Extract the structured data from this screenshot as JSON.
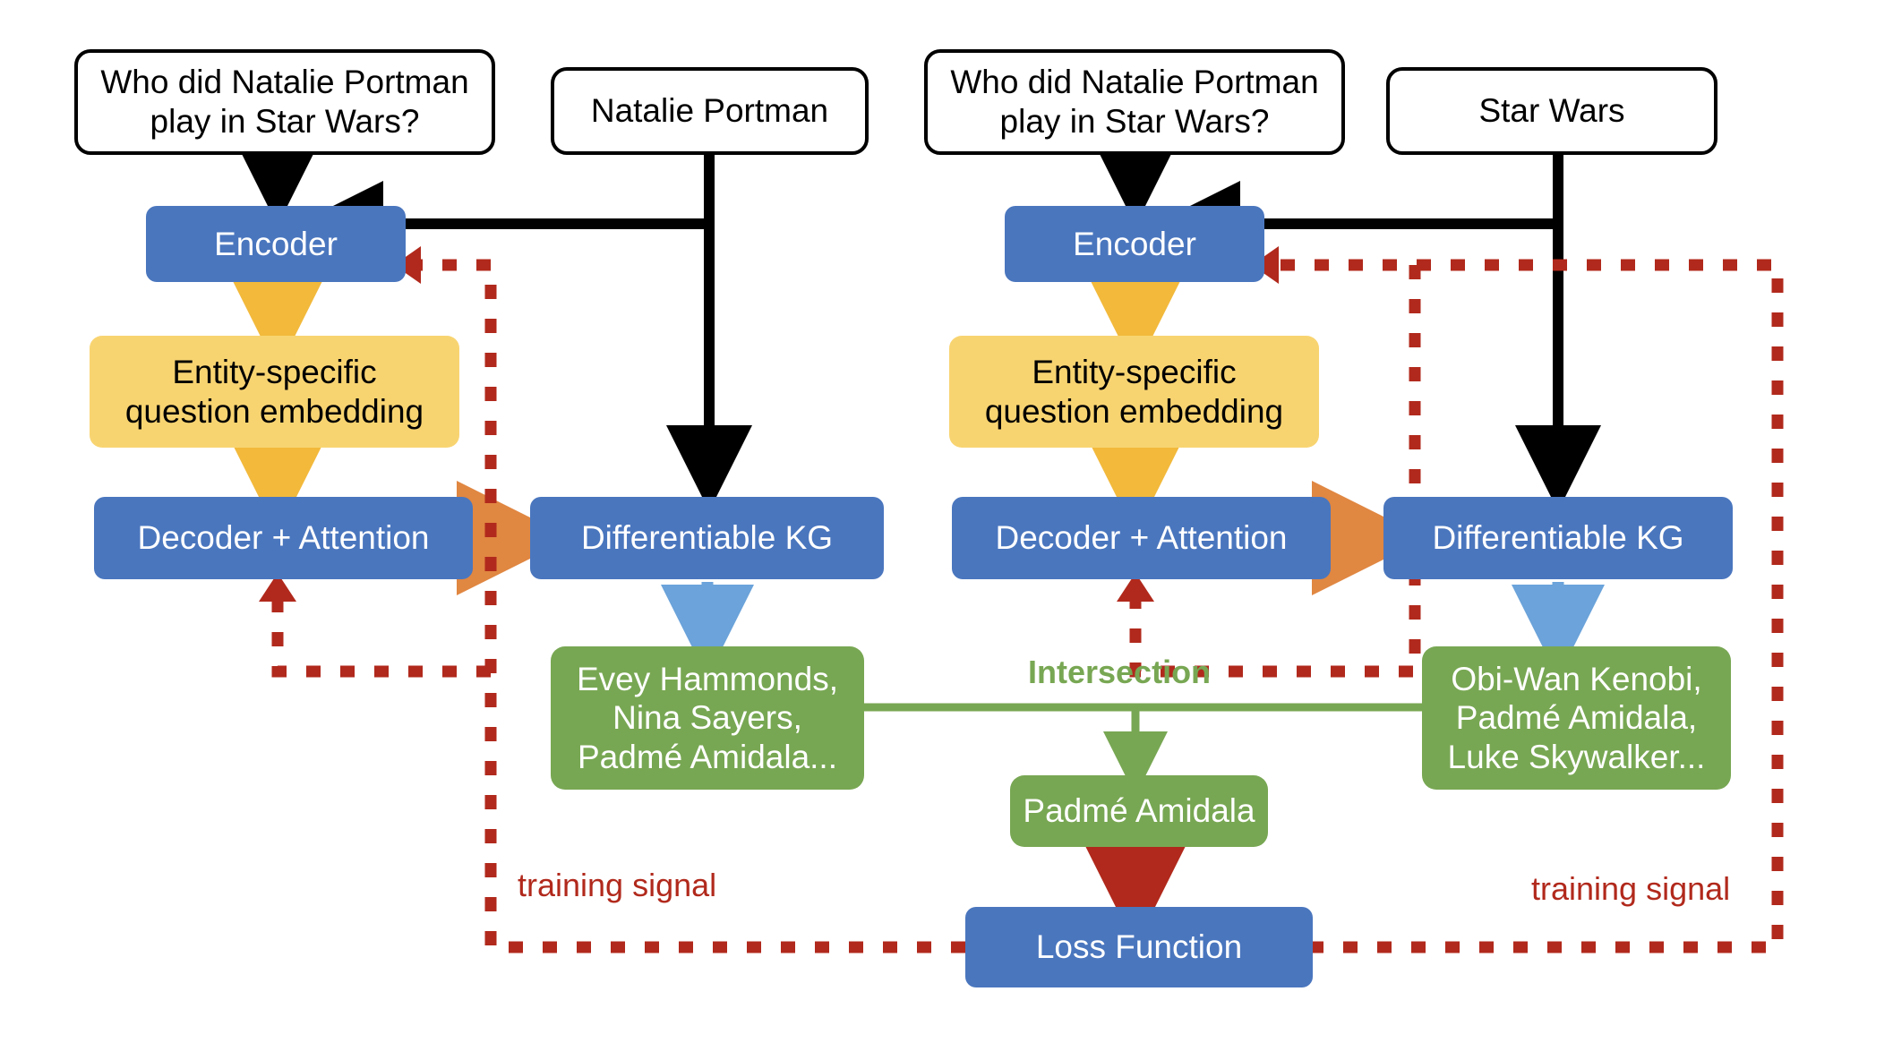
{
  "diagram": {
    "title": "Differentiable knowledge graph question answering with entity-specific sub-questions and intersection",
    "colors": {
      "blue": "#4A76BE",
      "yellow": "#F8D471",
      "green": "#78A753",
      "orange": "#E08742",
      "red": "#B1291C",
      "light_blue": "#6BA3DA",
      "black": "#000000",
      "white": "#FFFFFF"
    },
    "left_branch": {
      "question": "Who did Natalie Portman\nplay in Star Wars?",
      "entity": "Natalie Portman",
      "encoder": "Encoder",
      "embedding": "Entity-specific\nquestion embedding",
      "decoder": "Decoder + Attention",
      "kg": "Differentiable KG",
      "answers": "Evey Hammonds,\nNina Sayers,\nPadmé Amidala...",
      "training_signal": "training signal"
    },
    "right_branch": {
      "question": "Who did Natalie Portman\nplay in Star Wars?",
      "entity": "Star Wars",
      "encoder": "Encoder",
      "embedding": "Entity-specific\nquestion embedding",
      "decoder": "Decoder + Attention",
      "kg": "Differentiable KG",
      "answers": "Obi-Wan Kenobi,\nPadmé Amidala,\nLuke Skywalker...",
      "training_signal": "training signal"
    },
    "center": {
      "intersection_label": "Intersection",
      "intersection_result": "Padmé Amidala",
      "loss": "Loss Function"
    }
  }
}
